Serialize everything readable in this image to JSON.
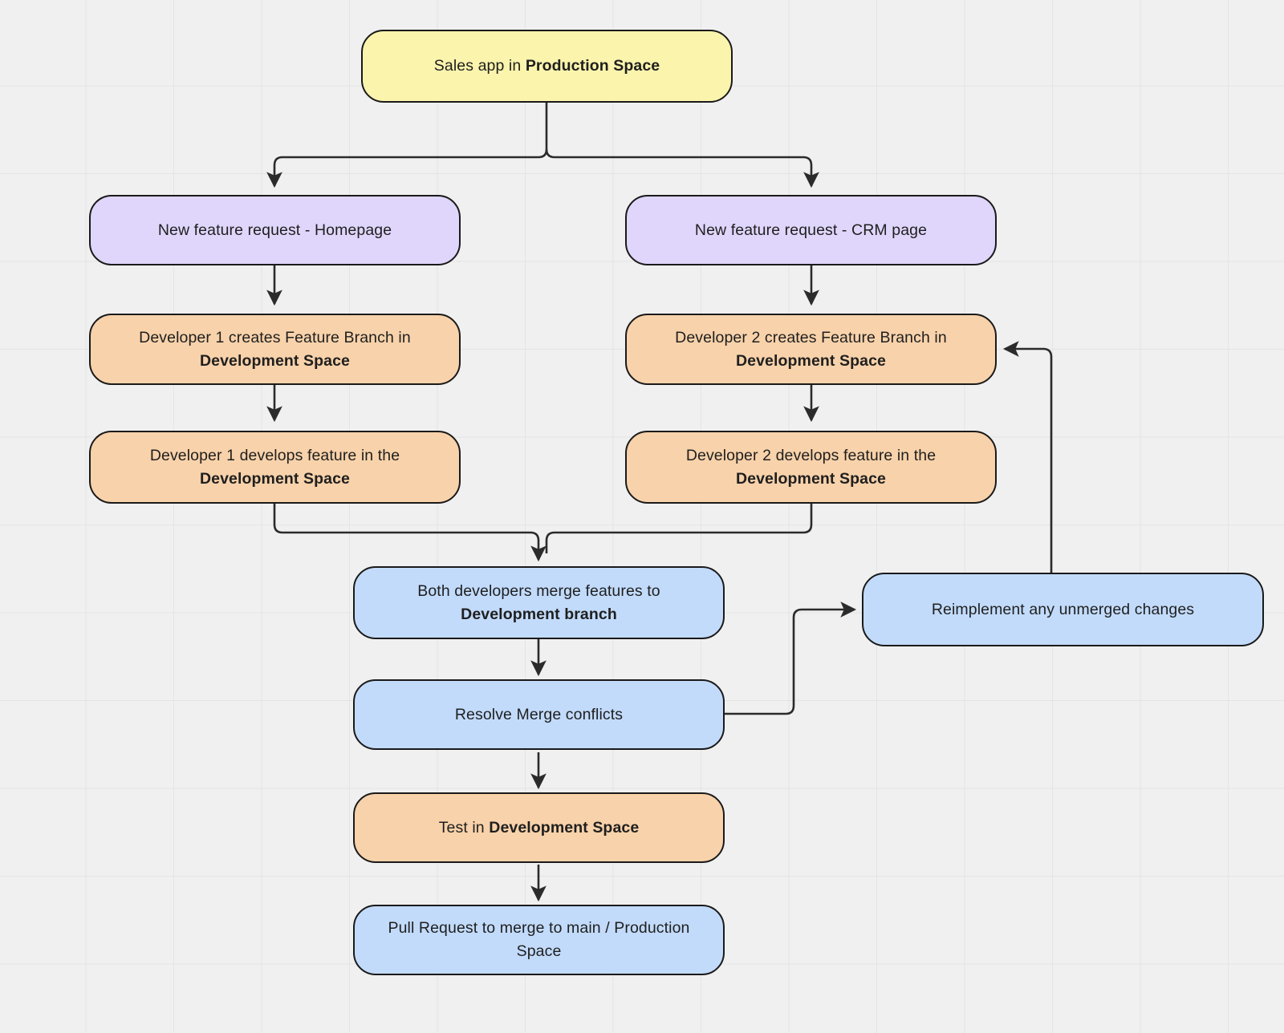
{
  "diagram": {
    "type": "flowchart",
    "title": "Sales app development workflow",
    "background_color": "#f0f0f0",
    "grid": "on",
    "nodes": [
      {
        "id": "sales-app",
        "label": "Sales app in Production Space",
        "text_plain": "Sales app in ",
        "text_bold": "Production Space",
        "color": "#fbf4ad",
        "shape": "rounded-rect"
      },
      {
        "id": "feature-homepage",
        "label": "New feature request - Homepage",
        "text_plain": "New feature request - Homepage",
        "text_bold": "",
        "color": "#e0d6fb",
        "shape": "rounded-rect"
      },
      {
        "id": "feature-crm",
        "label": "New feature request - CRM page",
        "text_plain": "New feature request - CRM page",
        "text_bold": "",
        "color": "#e0d6fb",
        "shape": "rounded-rect"
      },
      {
        "id": "dev1-branch",
        "label": "Developer 1 creates Feature Branch in Development Space",
        "text_plain": "Developer 1 creates Feature Branch in ",
        "text_bold": "Development Space",
        "color": "#f8d2aa",
        "shape": "rounded-rect"
      },
      {
        "id": "dev2-branch",
        "label": "Developer 2 creates Feature Branch in Development Space",
        "text_plain": "Developer 2 creates Feature Branch in ",
        "text_bold": "Development Space",
        "color": "#f8d2aa",
        "shape": "rounded-rect"
      },
      {
        "id": "dev1-develops",
        "label": "Developer 1 develops feature in the Development Space",
        "text_plain": "Developer 1 develops feature in the ",
        "text_bold": "Development Space",
        "color": "#f8d2aa",
        "shape": "rounded-rect"
      },
      {
        "id": "dev2-develops",
        "label": "Developer 2 develops feature in the Development Space",
        "text_plain": "Developer 2 develops feature in the ",
        "text_bold": "Development Space",
        "color": "#f8d2aa",
        "shape": "rounded-rect"
      },
      {
        "id": "merge-features",
        "label": "Both developers merge features to Development branch",
        "text_plain": "Both developers merge features to ",
        "text_bold": "Development branch",
        "color": "#c2dbfb",
        "shape": "rounded-rect"
      },
      {
        "id": "resolve-conflicts",
        "label": "Resolve Merge conflicts",
        "text_plain": "Resolve Merge conflicts",
        "text_bold": "",
        "color": "#c2dbfb",
        "shape": "rounded-rect"
      },
      {
        "id": "reimplement",
        "label": "Reimplement any unmerged changes",
        "text_plain": "Reimplement any unmerged changes",
        "text_bold": "",
        "color": "#c2dbfb",
        "shape": "rounded-rect"
      },
      {
        "id": "test-dev-space",
        "label": "Test in Development Space",
        "text_plain": "Test in ",
        "text_bold": "Development Space",
        "color": "#f8d2aa",
        "shape": "rounded-rect"
      },
      {
        "id": "pull-request",
        "label": "Pull Request to merge to main / Production Space",
        "text_plain": "Pull Request to merge to main / Production Space",
        "text_bold": "",
        "color": "#c2dbfb",
        "shape": "rounded-rect"
      }
    ],
    "edges": [
      {
        "from": "sales-app",
        "to": "feature-homepage",
        "label": ""
      },
      {
        "from": "sales-app",
        "to": "feature-crm",
        "label": ""
      },
      {
        "from": "feature-homepage",
        "to": "dev1-branch",
        "label": ""
      },
      {
        "from": "feature-crm",
        "to": "dev2-branch",
        "label": ""
      },
      {
        "from": "dev1-branch",
        "to": "dev1-develops",
        "label": ""
      },
      {
        "from": "dev2-branch",
        "to": "dev2-develops",
        "label": ""
      },
      {
        "from": "dev1-develops",
        "to": "merge-features",
        "label": ""
      },
      {
        "from": "dev2-develops",
        "to": "merge-features",
        "label": ""
      },
      {
        "from": "merge-features",
        "to": "resolve-conflicts",
        "label": ""
      },
      {
        "from": "resolve-conflicts",
        "to": "reimplement",
        "label": ""
      },
      {
        "from": "reimplement",
        "to": "dev2-branch",
        "label": ""
      },
      {
        "from": "resolve-conflicts",
        "to": "test-dev-space",
        "label": ""
      },
      {
        "from": "test-dev-space",
        "to": "pull-request",
        "label": ""
      }
    ]
  }
}
